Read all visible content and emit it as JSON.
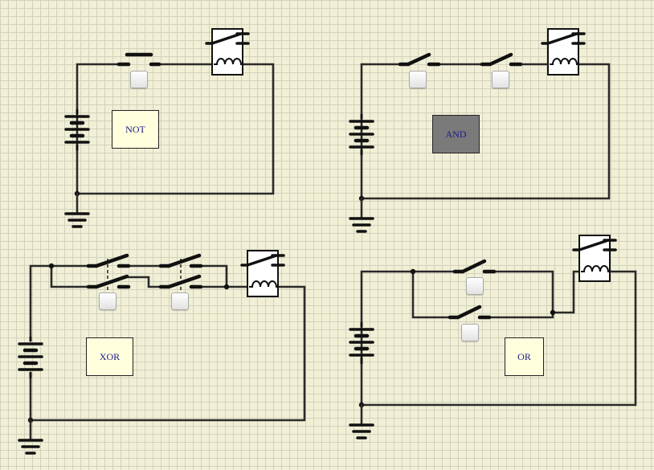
{
  "circuits": [
    {
      "id": "not",
      "gate_label": "NOT",
      "gate_fill": "#ffffdd",
      "button_count": 1
    },
    {
      "id": "and",
      "gate_label": "AND",
      "gate_fill": "#7a7a7a",
      "button_count": 2
    },
    {
      "id": "xor",
      "gate_label": "XOR",
      "gate_fill": "#ffffdd",
      "button_count": 2
    },
    {
      "id": "or",
      "gate_label": "OR",
      "gate_fill": "#ffffdd",
      "button_count": 2
    }
  ],
  "colors": {
    "background": "#f1f0d6",
    "wire": "#2a2a2a",
    "gate_text": "#1a1a8a"
  },
  "icons": [
    "battery-icon",
    "ground-icon",
    "relay-icon",
    "switch-icon",
    "toggle-button"
  ]
}
